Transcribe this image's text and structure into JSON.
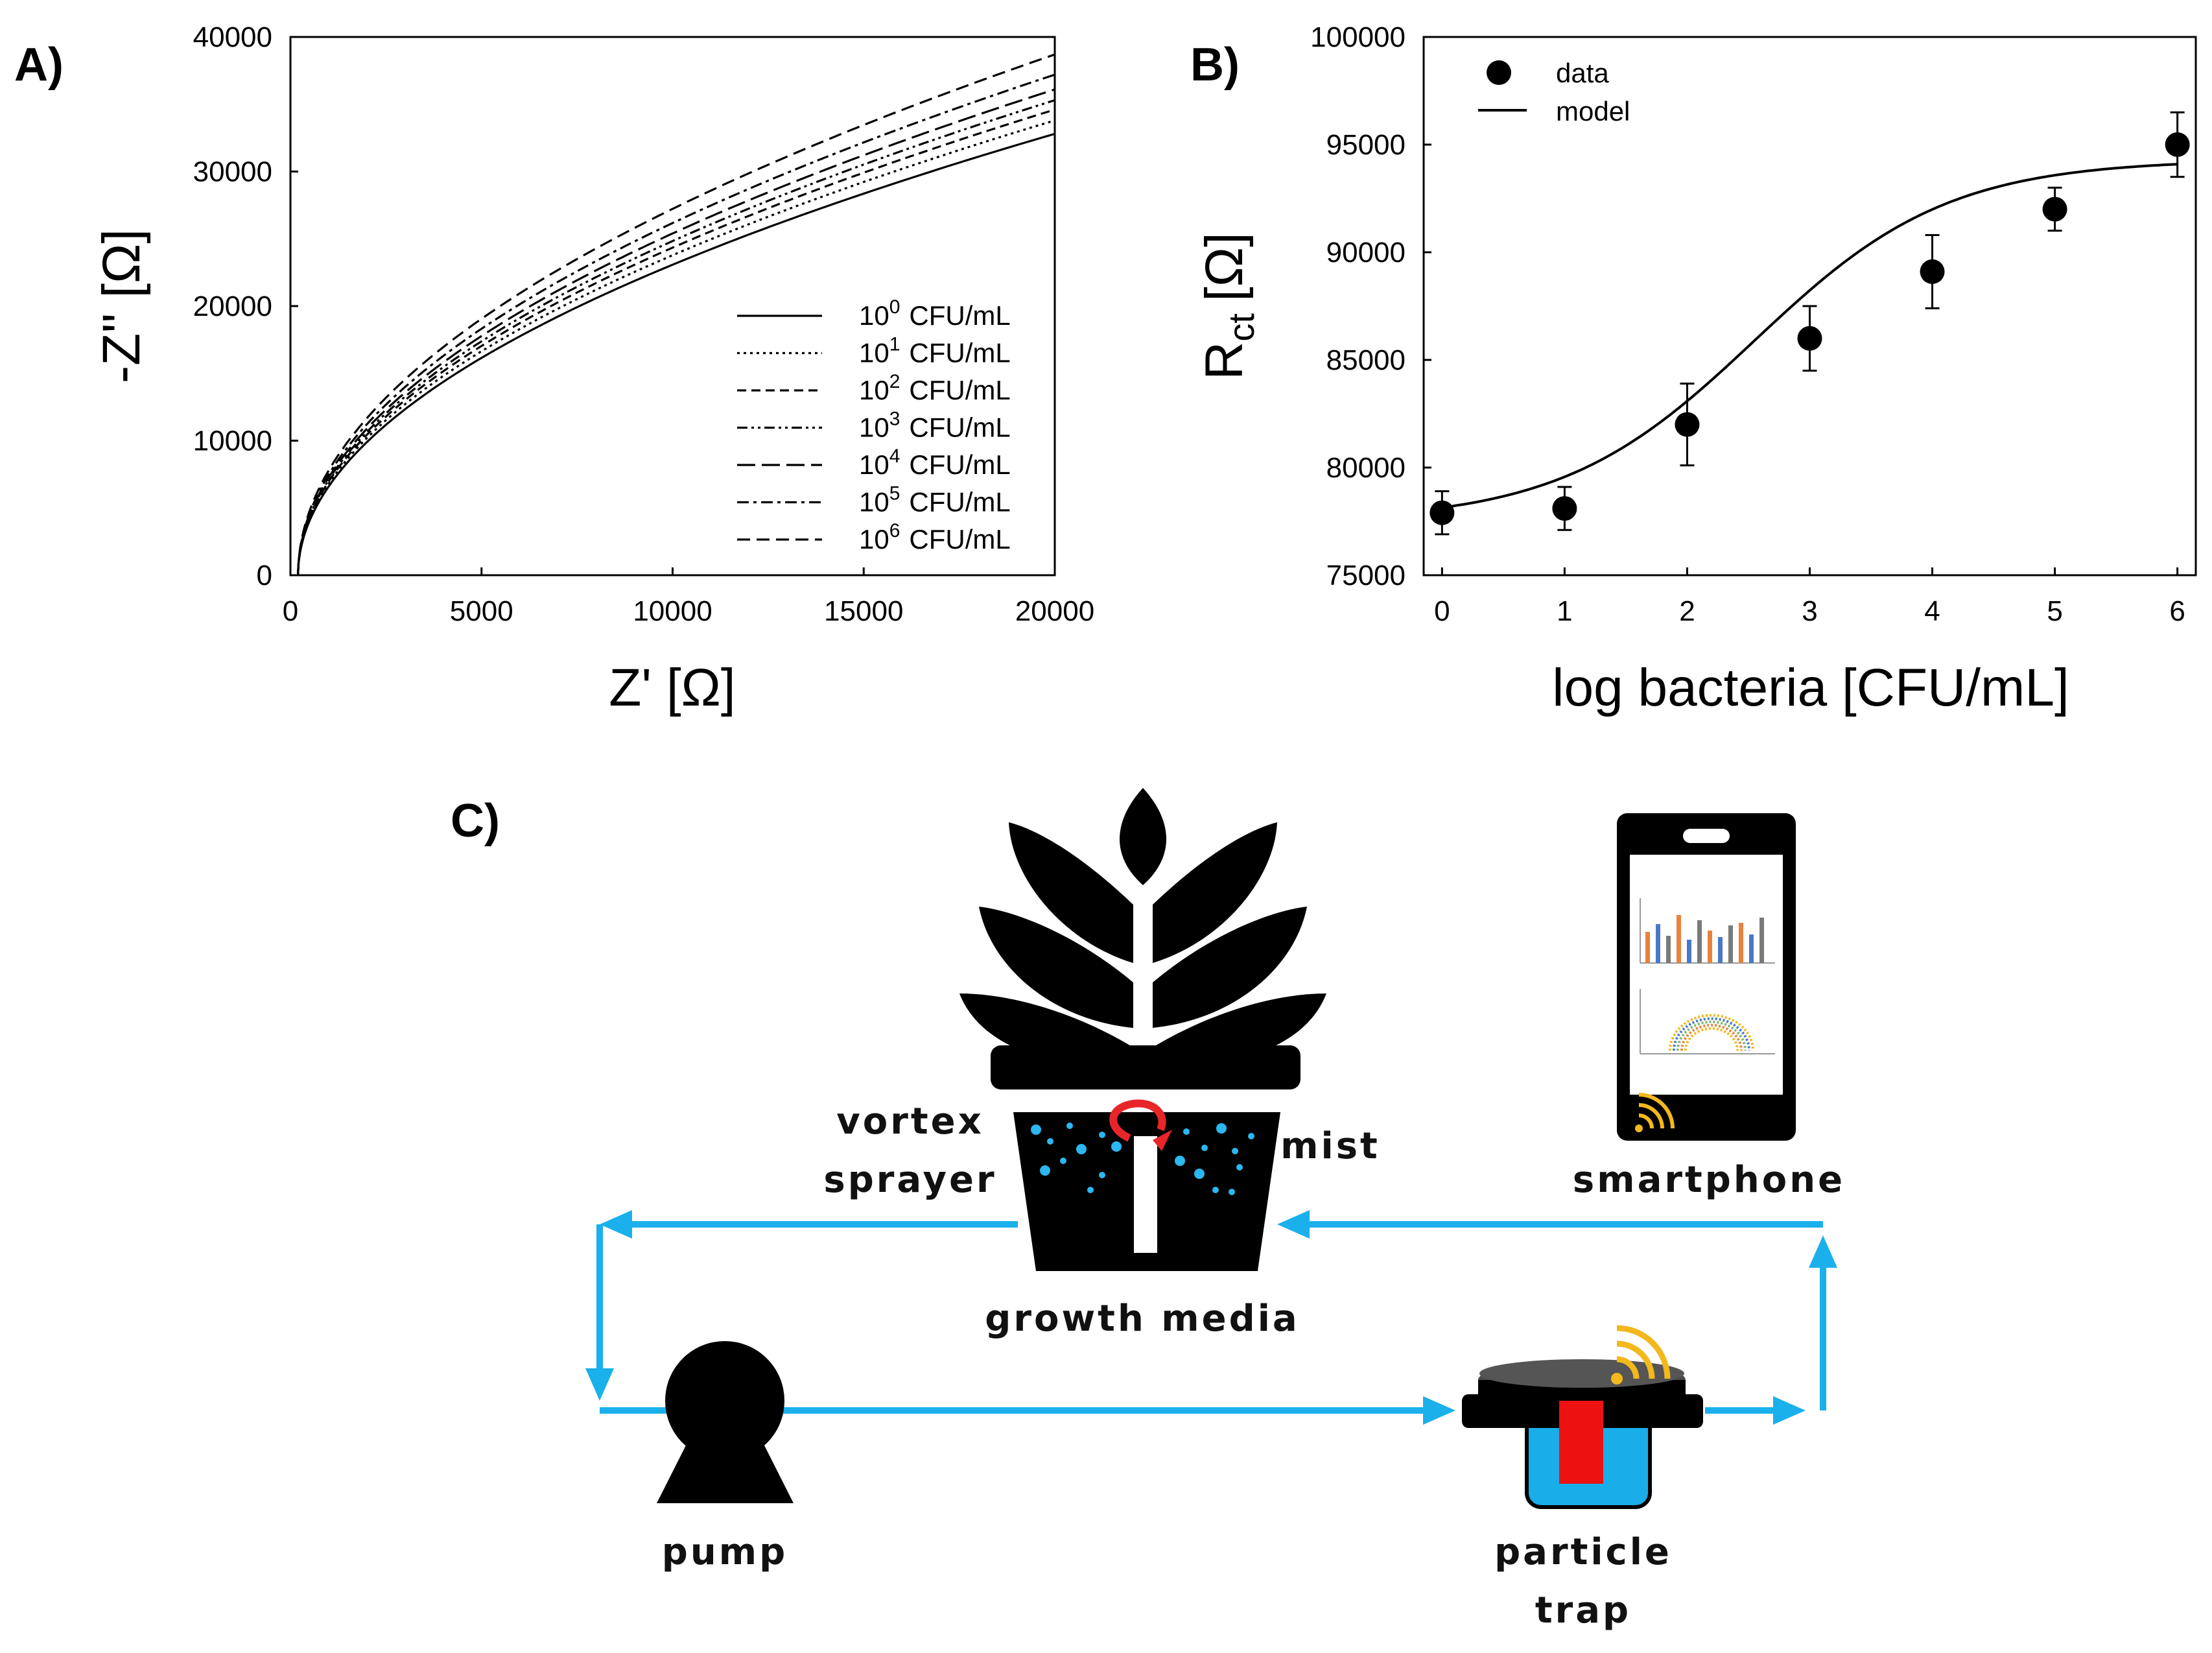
{
  "panels": {
    "a": "A)",
    "b": "B)",
    "c": "C)"
  },
  "chart_data": [
    {
      "type": "line",
      "panel": "A",
      "xlabel": "Z' [Ω]",
      "ylabel": "-Z'' [Ω]",
      "xlim": [
        0,
        20000
      ],
      "ylim": [
        0,
        40000
      ],
      "xticks": [
        0,
        5000,
        10000,
        15000,
        20000
      ],
      "yticks": [
        0,
        10000,
        20000,
        30000,
        40000
      ],
      "legend_position": "lower-right",
      "x_start": 200,
      "series": [
        {
          "name": "10^0 CFU/mL",
          "base": "10",
          "exp": "0",
          "unit": "CFU/mL",
          "dash": "solid",
          "y_at_20000": 32800
        },
        {
          "name": "10^1 CFU/mL",
          "base": "10",
          "exp": "1",
          "unit": "CFU/mL",
          "dash": "dotted",
          "y_at_20000": 33800
        },
        {
          "name": "10^2 CFU/mL",
          "base": "10",
          "exp": "2",
          "unit": "CFU/mL",
          "dash": "dashed",
          "y_at_20000": 34600
        },
        {
          "name": "10^3 CFU/mL",
          "base": "10",
          "exp": "3",
          "unit": "CFU/mL",
          "dash": "dash-dot-dot",
          "y_at_20000": 35300
        },
        {
          "name": "10^4 CFU/mL",
          "base": "10",
          "exp": "4",
          "unit": "CFU/mL",
          "dash": "long-dash",
          "y_at_20000": 36100
        },
        {
          "name": "10^5 CFU/mL",
          "base": "10",
          "exp": "5",
          "unit": "CFU/mL",
          "dash": "dash-dot",
          "y_at_20000": 37200
        },
        {
          "name": "10^6 CFU/mL",
          "base": "10",
          "exp": "6",
          "unit": "CFU/mL",
          "dash": "medium-dash",
          "y_at_20000": 38700
        }
      ]
    },
    {
      "type": "scatter",
      "panel": "B",
      "xlabel": "log bacteria [CFU/mL]",
      "ylabel_main": "R",
      "ylabel_sub": "ct",
      "ylabel_unit": "[Ω]",
      "xlim": [
        -0.15,
        6.15
      ],
      "ylim": [
        75000,
        100000
      ],
      "xticks": [
        0,
        1,
        2,
        3,
        4,
        5,
        6
      ],
      "yticks": [
        75000,
        80000,
        85000,
        90000,
        95000,
        100000
      ],
      "legend_position": "top-left",
      "legend": {
        "data": "data",
        "model": "model"
      },
      "data": {
        "x": [
          0,
          1,
          2,
          3,
          4,
          5,
          6
        ],
        "y": [
          77900,
          78100,
          82000,
          86000,
          89100,
          92000,
          95000
        ],
        "error": [
          1000,
          1000,
          1900,
          1500,
          1700,
          1000,
          1500
        ]
      },
      "model": {
        "type": "sigmoid",
        "bottom": 77500,
        "top": 94300,
        "x50": 2.55,
        "hill": 0.55
      }
    }
  ],
  "diagram": {
    "labels": {
      "vortex": "vortex",
      "sprayer": "sprayer",
      "mist": "mist",
      "growth_media": "growth media",
      "smartphone": "smartphone",
      "pump": "pump",
      "particle": "particle",
      "trap": "trap"
    },
    "colors": {
      "flow": "#1ab0ec",
      "mist_dots": "#2bb7f0",
      "vortex_arrow": "#e8262a",
      "trap_body": "#19aeea",
      "trap_sensor": "#ee1111",
      "wifi": "#f2b81c"
    },
    "phone_screen": {
      "bar_colors": [
        "#e8823c",
        "#4a78c8",
        "#7a7a7a"
      ],
      "arc_colors": [
        "#f2b81c",
        "#4a78c8",
        "#7fb86a",
        "#e8823c"
      ]
    }
  }
}
